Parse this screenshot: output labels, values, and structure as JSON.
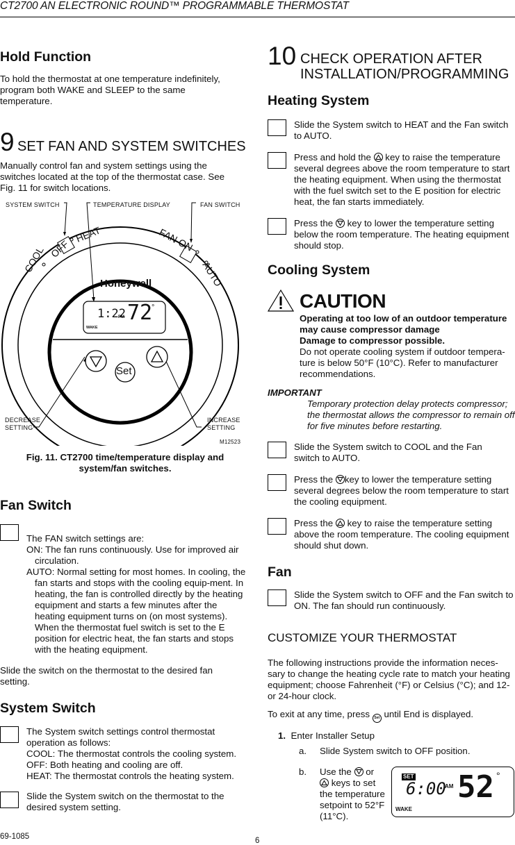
{
  "header": {
    "running_title": "CT2700 AN ELECTRONIC ROUND™ PROGRAMMABLE THERMOSTAT"
  },
  "left_column": {
    "hold_function": {
      "heading": "Hold Function",
      "body": "To hold the thermostat at one temperature indefinitely, program both WAKE and SLEEP to the same temperature."
    },
    "section9": {
      "number": "9",
      "title": "SET FAN AND SYSTEM SWITCHES",
      "body": "Manually control fan and system settings using the switches located at the top of the thermostat case. See Fig. 11 for switch locations."
    },
    "figure11": {
      "callouts": {
        "system_switch": "SYSTEM SWITCH",
        "temperature_display": "TEMPERATURE DISPLAY",
        "fan_switch": "FAN SWITCH",
        "decrease_line1": "DECREASE",
        "decrease_line2": "SETTING",
        "increase_line1": "INCREASE",
        "increase_line2": "SETTING",
        "figure_id": "M12523"
      },
      "dial": {
        "system_labels": [
          "COOL",
          "OFF",
          "HEAT"
        ],
        "fan_labels": [
          "FAN ON",
          "AUTO"
        ],
        "brand": "Honeywell",
        "display_time": "1:22",
        "display_ampm": "PM",
        "display_temp": "72",
        "display_degree": "°",
        "display_period": "WAKE",
        "set_button": "Set",
        "down_button": "▽",
        "up_button": "△"
      },
      "caption_line1": "Fig. 11. CT2700 time/temperature display and",
      "caption_line2": "system/fan switches."
    },
    "fan_switch": {
      "heading": "Fan Switch",
      "intro": "The FAN switch settings are:",
      "on_label": "ON: The fan runs continuously. Use for improved air circulation.",
      "auto_label": "AUTO: Normal setting for most homes. In cooling, the fan starts and stops with the cooling equip-ment. In heating, the fan is controlled directly by the heating equipment and starts a few minutes after the heating equipment turns on (on most systems). When the thermostat fuel switch is set to the E position for electric heat, the fan starts and stops with the heating equipment.",
      "instruction": "Slide the switch on the thermostat to the desired fan setting."
    },
    "system_switch": {
      "heading": "System Switch",
      "item1_intro": "The System switch settings control thermostat operation as follows:",
      "item1_cool": "COOL: The thermostat controls the cooling system.",
      "item1_off": "OFF: Both heating and cooling are off.",
      "item1_heat": "HEAT: The thermostat controls the heating system.",
      "item2": "Slide the System switch on the thermostat to the desired system setting."
    }
  },
  "right_column": {
    "section10": {
      "number": "10",
      "title_line1": "CHECK OPERATION AFTER",
      "title_line2": "INSTALLATION/PROGRAMMING"
    },
    "heating_system": {
      "heading": "Heating System",
      "step1": "Slide the System switch to HEAT and the Fan switch to AUTO.",
      "step2_a": "Press and hold the",
      "step2_b": "key to raise the temperature several degrees above the room temperature to start the heating equipment. When using the thermostat with the fuel switch set to the E position for electric heat, the fan starts immediately.",
      "step3_a": "Press the",
      "step3_b": "key to lower the temperature setting below the room temperature. The heating equipment should stop."
    },
    "cooling_system": {
      "heading": "Cooling System",
      "caution_word": "CAUTION",
      "caution_bold1": "Operating at too low of an outdoor temperature may cause compressor damage",
      "caution_bold2": "Damage to compressor possible.",
      "caution_body": "Do not operate cooling system if outdoor tempera-ture is below 50°F (10°C). Refer to manufacturer recommendations.",
      "important_label": "IMPORTANT",
      "important_body": "Temporary protection delay protects compressor; the thermostat allows the compressor to remain off for five minutes before restarting.",
      "step1": "Slide the System switch to COOL and the Fan switch to AUTO.",
      "step2_a": "Press the",
      "step2_b": "key to lower the temperature setting several degrees below the room temperature to start the cooling equipment.",
      "step3_a": "Press the",
      "step3_b": "key to raise the temperature setting above the room temperature. The cooling equipment should shut down."
    },
    "fan": {
      "heading": "Fan",
      "step1": "Slide the System switch to OFF and the Fan switch to ON. The fan should run continuously."
    },
    "customize": {
      "title": "CUSTOMIZE YOUR THERMOSTAT",
      "body": "The following instructions provide the information neces-sary to change the heating cycle rate to match your heating equipment; choose Fahrenheit (°F) or Celsius (°C); and 12- or 24-hour clock.",
      "exit_a": "To exit at any time, press",
      "exit_key": "Set",
      "exit_b": "until End is displayed.",
      "step1_num": "1.",
      "step1_label": "Enter Installer Setup",
      "sub_a_letter": "a.",
      "sub_a_text": "Slide System switch to OFF position.",
      "sub_b_letter": "b.",
      "sub_b_use": "Use the",
      "sub_b_or": "or",
      "sub_b_rest1": "keys to set",
      "sub_b_rest2": "the temperature",
      "sub_b_rest3": "setpoint to 52°F",
      "sub_b_rest4": "(11°C).",
      "lcd": {
        "set_badge": "SET",
        "time": "6:00",
        "ampm": "AM",
        "temp": "52",
        "degree": "°",
        "period": "WAKE"
      }
    }
  },
  "footer": {
    "doc_number": "69-1085",
    "page_number": "6"
  }
}
